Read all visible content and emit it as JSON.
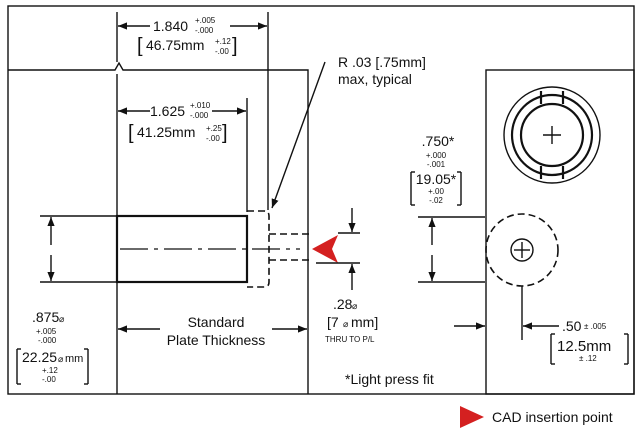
{
  "dimensions": {
    "overall_length": {
      "value": "1.840",
      "tol_plus": "+.005",
      "tol_minus": "-.000",
      "metric": "46.75mm",
      "metric_tol_plus": "+.12",
      "metric_tol_minus": "-.00"
    },
    "body_length": {
      "value": "1.625",
      "tol_plus": "+.010",
      "tol_minus": "-.000",
      "metric": "41.25mm",
      "metric_tol_plus": "+.25",
      "metric_tol_minus": "-.00"
    },
    "radius": {
      "line1": "R .03 [.75mm]",
      "line2": "max, typical"
    },
    "offset": {
      "value": ".750*",
      "tol_plus": "+.000",
      "tol_minus": "-.001",
      "metric": "19.05*",
      "metric_tol_plus": "+.00",
      "metric_tol_minus": "-.02"
    },
    "shank_dia": {
      "value": ".875",
      "dia_symbol": "⌀",
      "tol_plus": "+.005",
      "tol_minus": "-.000",
      "metric": "22.25",
      "metric_unit": "mm",
      "metric_tol_plus": "+.12",
      "metric_tol_minus": "-.00"
    },
    "pin_hole": {
      "value": ".28",
      "dia_symbol": "⌀",
      "metric": "[7",
      "metric_unit": "mm]",
      "note": "THRU TO P/L"
    },
    "pin_dia": {
      "value": ".50",
      "tol": "± .005",
      "metric": "12.5mm",
      "metric_tol": "± .12"
    }
  },
  "labels": {
    "plate_thickness_1": "Standard",
    "plate_thickness_2": "Plate Thickness",
    "press_fit_note": "*Light press fit"
  },
  "legend": {
    "text": "CAD insertion point",
    "marker_color": "#d42020"
  },
  "colors": {
    "line": "#111111",
    "background": "#ffffff"
  }
}
